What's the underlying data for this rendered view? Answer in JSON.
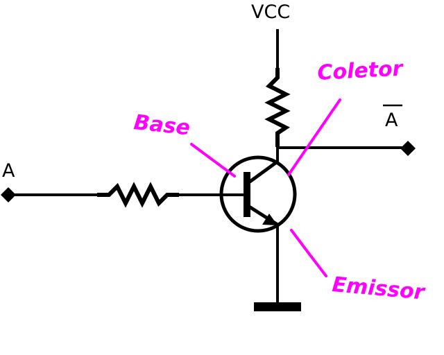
{
  "labels": {
    "vcc": "VCC",
    "input": "A",
    "output": "A"
  },
  "annotations": {
    "base": "Base",
    "collector": "Coletor",
    "emitter": "Emissor"
  },
  "colors": {
    "wire": "#000000",
    "annotation": "#ff00ff",
    "background": "#ffffff"
  }
}
